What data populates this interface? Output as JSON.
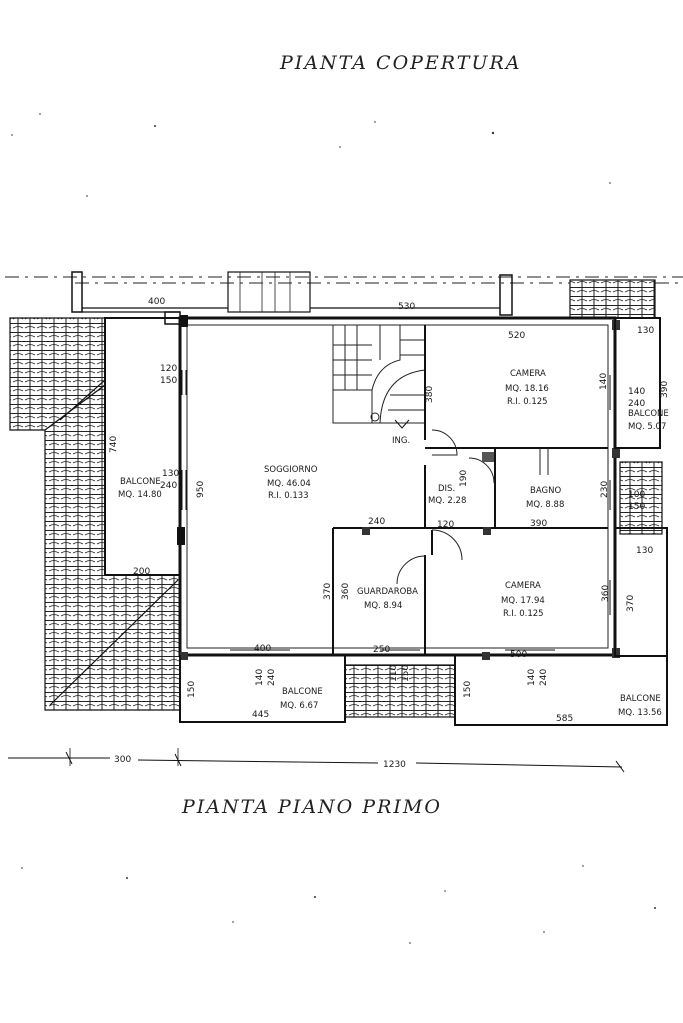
{
  "titles": {
    "top": "PIANTA COPERTURA",
    "bottom": "PIANTA PIANO PRIMO"
  },
  "rooms": {
    "soggiorno": {
      "name": "SOGGIORNO",
      "area": "MQ. 46.04",
      "ri": "R.I. 0.133"
    },
    "camera1": {
      "name": "CAMERA",
      "area": "MQ. 18.16",
      "ri": "R.I. 0.125"
    },
    "camera2": {
      "name": "CAMERA",
      "area": "MQ. 17.94",
      "ri": "R.I. 0.125"
    },
    "bagno": {
      "name": "BAGNO",
      "area": "MQ. 8.88"
    },
    "dis": {
      "name": "DIS.",
      "area": "MQ. 2.28"
    },
    "guardaroba": {
      "name": "GUARDAROBA",
      "area": "MQ. 8.94"
    },
    "balcone_left": {
      "name": "BALCONE",
      "area": "MQ. 14.80"
    },
    "balcone_right_top": {
      "name": "BALCONE",
      "area": "MQ. 5.07"
    },
    "balcone_bottom_mid": {
      "name": "BALCONE",
      "area": "MQ. 6.67"
    },
    "balcone_bottom_right": {
      "name": "BALCONE",
      "area": "MQ. 13.56"
    },
    "ingresso": "ING."
  },
  "dimensions": {
    "d400_top": "400",
    "d530": "530",
    "d520": "520",
    "d130_tr": "130",
    "d120": "120",
    "d150_l": "150",
    "d740": "740",
    "d130_l": "130",
    "d240_l": "240",
    "d950": "950",
    "d200": "200",
    "d380": "380",
    "d140_c": "140",
    "d140_r": "140",
    "d240_r": "240",
    "d390_r": "390",
    "d190": "190",
    "d230": "230",
    "d100": "100",
    "d150_r": "150",
    "d240_g": "240",
    "d120_g": "120",
    "d390_b": "390",
    "d130_r2": "130",
    "d370_l": "370",
    "d360_l": "360",
    "d360_r": "360",
    "d370_r": "370",
    "d400_b": "400",
    "d250": "250",
    "d500": "500",
    "d150_bl": "150",
    "d140_b1": "140",
    "d240_b1": "240",
    "d445": "445",
    "d110": "110",
    "d150_bm": "150",
    "d150_br": "150",
    "d140_b2": "140",
    "d240_b2": "240",
    "d585": "585",
    "total_300": "300",
    "total_1230": "1230"
  }
}
